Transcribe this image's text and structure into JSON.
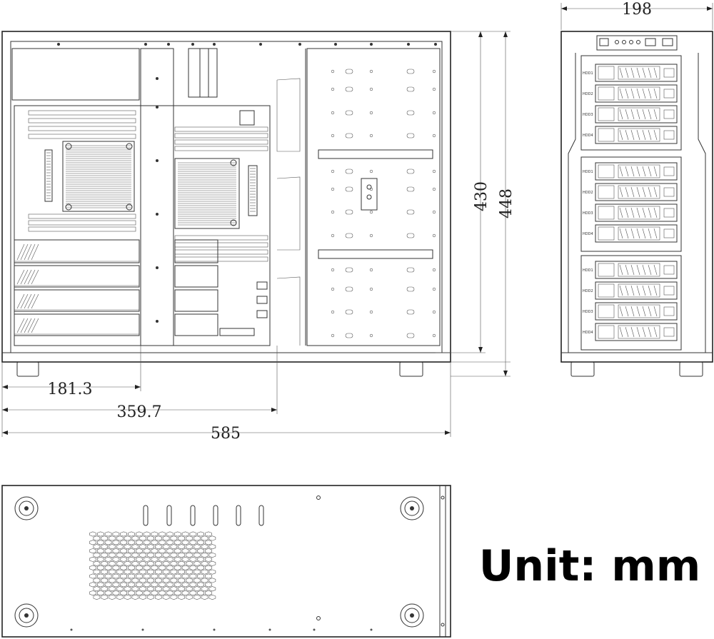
{
  "dimensions": {
    "depth": "585",
    "mb_offset_1": "181.3",
    "mb_offset_2": "359.7",
    "front_width": "198",
    "inner_height": "430",
    "outer_height": "448"
  },
  "unit_label": "Unit: mm",
  "drive_bays": [
    {
      "label": "HDD1"
    },
    {
      "label": "HDD2"
    },
    {
      "label": "HDD3"
    },
    {
      "label": "HDD4"
    },
    {
      "label": "HDD1"
    },
    {
      "label": "HDD2"
    },
    {
      "label": "HDD3"
    },
    {
      "label": "HDD4"
    },
    {
      "label": "HDD1"
    },
    {
      "label": "HDD2"
    },
    {
      "label": "HDD3"
    },
    {
      "label": "HDD4"
    }
  ]
}
